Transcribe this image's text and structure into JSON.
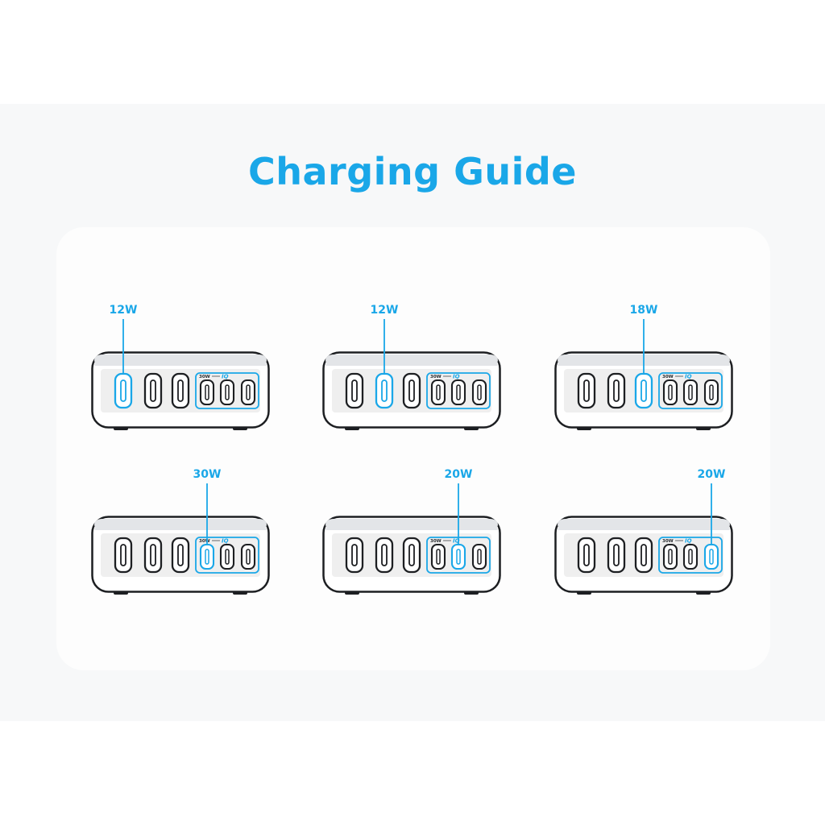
{
  "title": "Charging Guide",
  "colors": {
    "accent": "#1aa7e8",
    "outline": "#1d1f22",
    "ink": "#2a2d31"
  },
  "iq_mark": "IQ",
  "group_label": "30W",
  "chargers": [
    {
      "wattage": "12W",
      "active_port": 0
    },
    {
      "wattage": "12W",
      "active_port": 1
    },
    {
      "wattage": "18W",
      "active_port": 2
    },
    {
      "wattage": "30W",
      "active_port": 3
    },
    {
      "wattage": "20W",
      "active_port": 4
    },
    {
      "wattage": "20W",
      "active_port": 5
    }
  ]
}
